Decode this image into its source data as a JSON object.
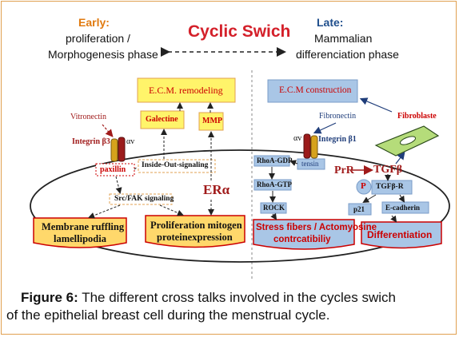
{
  "title": "Cyclic Swich",
  "early": {
    "head": "Early:",
    "line1": "proliferation /",
    "line2": "Morphogenesis phase"
  },
  "late": {
    "head": "Late:",
    "line1": "Mammalian",
    "line2": "differenciation phase"
  },
  "left": {
    "ecm_box": "E.C.M. remodeling",
    "vitronectin": "Vitronectin",
    "integrin": "Integrin β3",
    "av": "αv",
    "paxillin": "paxillin",
    "galectine": "Galectine",
    "mmp": "MMP",
    "inside_out": "Inside-Out-signaling",
    "src_fak": "Src/FAK signaling",
    "era": "ERα",
    "membrane": [
      "Membrane ruffling",
      "lamellipodia"
    ],
    "prolif": [
      "Proliferation mitogen",
      "proteinexpression"
    ]
  },
  "right": {
    "ecm_box": "E.C.M construction",
    "fibronectin": "Fibronectin",
    "fibroblaste": "Fibroblaste",
    "av": "αv",
    "integrin": "Integrin β1",
    "tensin": "tensin",
    "rhoa_gdp": "RhoA-GDP",
    "rhoa_gtp": "RhoA-GTP",
    "rock": "ROCK",
    "prr": "PrR",
    "tgfb": "TGFβ",
    "p": "P",
    "tgfbr": "TGFβ-R",
    "p21": "p21",
    "ecad": "E-cadherin",
    "stress": [
      "Stress fibers / Actomyosine",
      "contrcatibiliy"
    ],
    "diff": "Differentiation"
  },
  "caption": {
    "label": "Figure 6:",
    "text": " The different cross talks involved in the cycles swich",
    "line2": "of the epithelial breast cell during the menstrual cycle."
  },
  "colors": {
    "title_red": "#d4202a",
    "early_orange": "#e07a10",
    "late_blue": "#1f4e8c",
    "yellow_box": "#fff46a",
    "blue_box": "#a9c6e6",
    "dark_red": "#9b1b1b"
  }
}
